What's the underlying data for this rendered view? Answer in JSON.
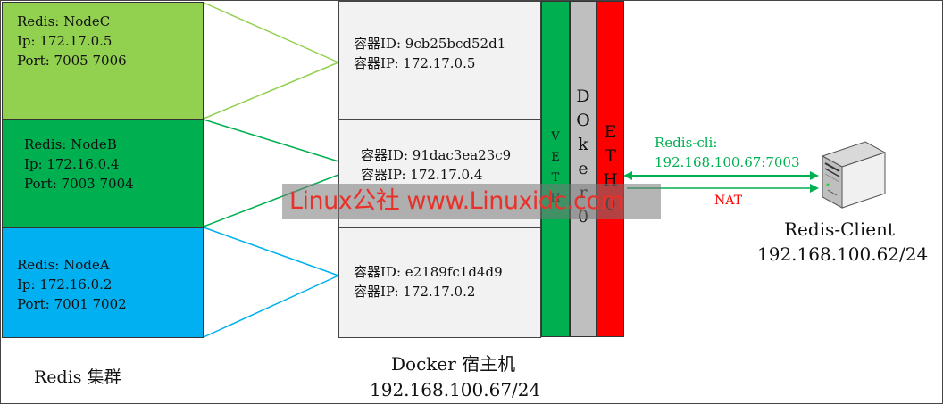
{
  "cluster": {
    "label": "Redis 集群",
    "nodes": [
      {
        "name": "Redis: NodeC",
        "ip": "Ip: 172.17.0.5",
        "port": "Port: 7005 7006",
        "color": "#92d050"
      },
      {
        "name": "Redis: NodeB",
        "ip": "Ip: 172.16.0.4",
        "port": "Port: 7003 7004",
        "color": "#00b050"
      },
      {
        "name": "Redis: NodeA",
        "ip": "Ip: 172.16.0.2",
        "port": "Port: 7001 7002",
        "color": "#00b0f0"
      }
    ]
  },
  "containers": [
    {
      "id": "容器ID: 9cb25bcd52d1",
      "ip": "容器IP: 172.17.0.5"
    },
    {
      "id": "容器ID: 91dac3ea23c9",
      "ip": "容器IP: 172.17.0.4"
    },
    {
      "id": "容器ID: e2189fc1d4d9",
      "ip": "容器IP: 172.17.0.2"
    }
  ],
  "bars": {
    "veth": {
      "letters": [
        "V",
        "E",
        "T",
        "H"
      ],
      "color": "#00b050"
    },
    "docker0": {
      "letters": [
        "D",
        "O",
        "k",
        "e",
        "r",
        "0"
      ],
      "color": "#bfbfbf"
    },
    "eth0": {
      "letters": [
        "E",
        "T",
        "H",
        "0"
      ],
      "color": "#ff0000"
    }
  },
  "host": {
    "title": "Docker 宿主机",
    "ip": "192.168.100.67/24"
  },
  "client": {
    "title": "Redis-Client",
    "ip": "192.168.100.62/24",
    "icon": "server-icon"
  },
  "connection": {
    "cli_label": "Redis-cli:",
    "cli_address": "192.168.100.67:7003",
    "nat_label": "NAT",
    "color": "#00b050",
    "nat_color": "#ff0000"
  },
  "watermark": "Linux公社 www.Linuxidc.com"
}
